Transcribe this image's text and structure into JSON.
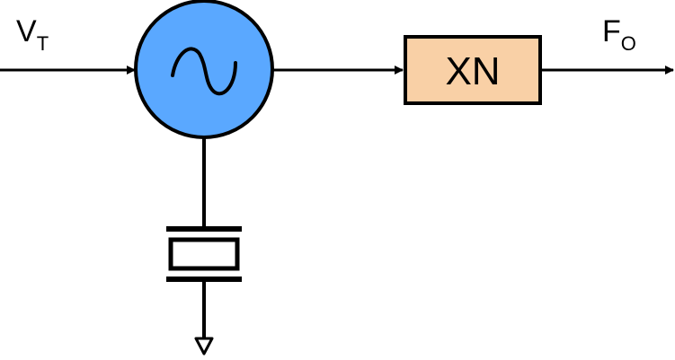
{
  "labels": {
    "input_main": "V",
    "input_sub": "T",
    "output_main": "F",
    "output_sub": "O",
    "multiplier": "XN"
  },
  "icons": {
    "oscillator": "sine-wave-icon",
    "crystal": "crystal-resonator-icon",
    "ground": "ground-icon"
  },
  "colors": {
    "oscillator_fill": "#5aa8ff",
    "multiplier_fill": "#f9d0a6",
    "stroke": "#000000"
  }
}
